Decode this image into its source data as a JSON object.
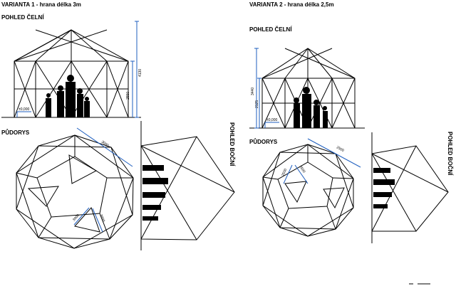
{
  "variant1": {
    "title": "VARIANTA 1 - hrana délka 3m",
    "front_view": "POHLED ČELNÍ",
    "plan_view": "PŮDORYS",
    "side_view": "POHLED BOČNÍ",
    "dims": {
      "total_height": "4130",
      "wall_height": "2550",
      "level": "±0,000",
      "edge": "3000",
      "tri_a": "3000",
      "tri_b": "3000"
    }
  },
  "variant2": {
    "title": "VARIANTA 2 - hrana délka 2,5m",
    "front_view": "POHLED ČELNÍ",
    "plan_view": "PŮDORYS",
    "side_view": "POHLED BOČNÍ",
    "dims": {
      "total_height": "3440",
      "wall_height": "2125",
      "level": "±0,000",
      "edge": "2500",
      "tri_a": "2500",
      "tri_b": "2500"
    }
  }
}
